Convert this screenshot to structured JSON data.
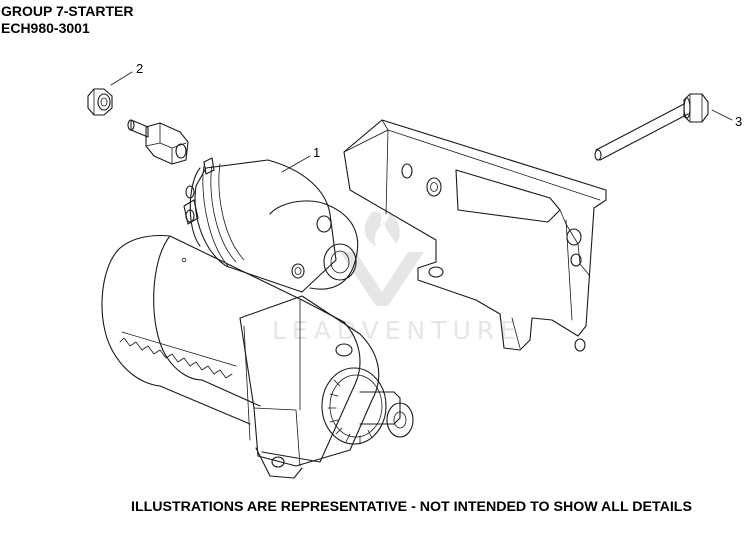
{
  "header": {
    "group_title": "GROUP 7-STARTER",
    "model_number": "ECH980-3001"
  },
  "callouts": {
    "starter": "1",
    "nut": "2",
    "bolt": "3"
  },
  "footer": {
    "disclaimer": "ILLUSTRATIONS ARE REPRESENTATIVE - NOT INTENDED TO SHOW ALL DETAILS"
  },
  "watermark": {
    "brand": "LEADVENTURE"
  }
}
